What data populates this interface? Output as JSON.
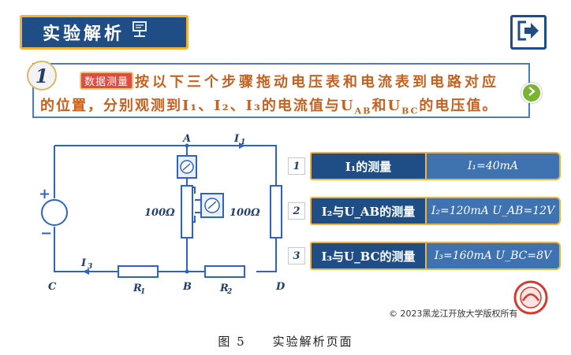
{
  "header": {
    "title": "实验解析",
    "title_icon": "flask-icon",
    "exit_icon": "exit-arrow-icon"
  },
  "instruction": {
    "step": "1",
    "badge": "数据测量",
    "line1": "按以下三个步骤拖动电压表和电流表到电路对应",
    "line2": "的位置，分别观测到I₁、I₂、I₃的电流值与U",
    "line2_sub": "AB",
    "line2_b": "和U",
    "line2_sub2": "BC",
    "line2_end": "的电压值。",
    "next_icon": "chevron-right-icon"
  },
  "circuit": {
    "node_a": "A",
    "node_b": "B",
    "node_c": "C",
    "node_d": "D",
    "i1": "I",
    "i1_sub": "1",
    "i3": "I",
    "i3_sub": "3",
    "r_left": "100Ω",
    "r_right": "100Ω",
    "r1": "R",
    "r1_sub": "1",
    "r2": "R",
    "r2_sub": "2",
    "source_plus": "+",
    "source_minus": "−"
  },
  "measurements": [
    {
      "num": "1",
      "label": "I₁的测量",
      "value": "I₁=40mA"
    },
    {
      "num": "2",
      "label": "I₂与U_AB的测量",
      "value": "I₂=120mA  U_AB=12V"
    },
    {
      "num": "3",
      "label": "I₃与U_BC的测量",
      "value": "I₃=160mA  U_BC=8V"
    }
  ],
  "footer": {
    "copyright": "© 2023黑龙江开放大学版权所有"
  },
  "caption": "图 5　　实验解析页面",
  "colors": {
    "navy": "#1f4e87",
    "gold": "#f0b23a",
    "orange_text": "#c8601e",
    "badge_red": "#e04b43",
    "circuit_blue": "#2d63c8"
  }
}
